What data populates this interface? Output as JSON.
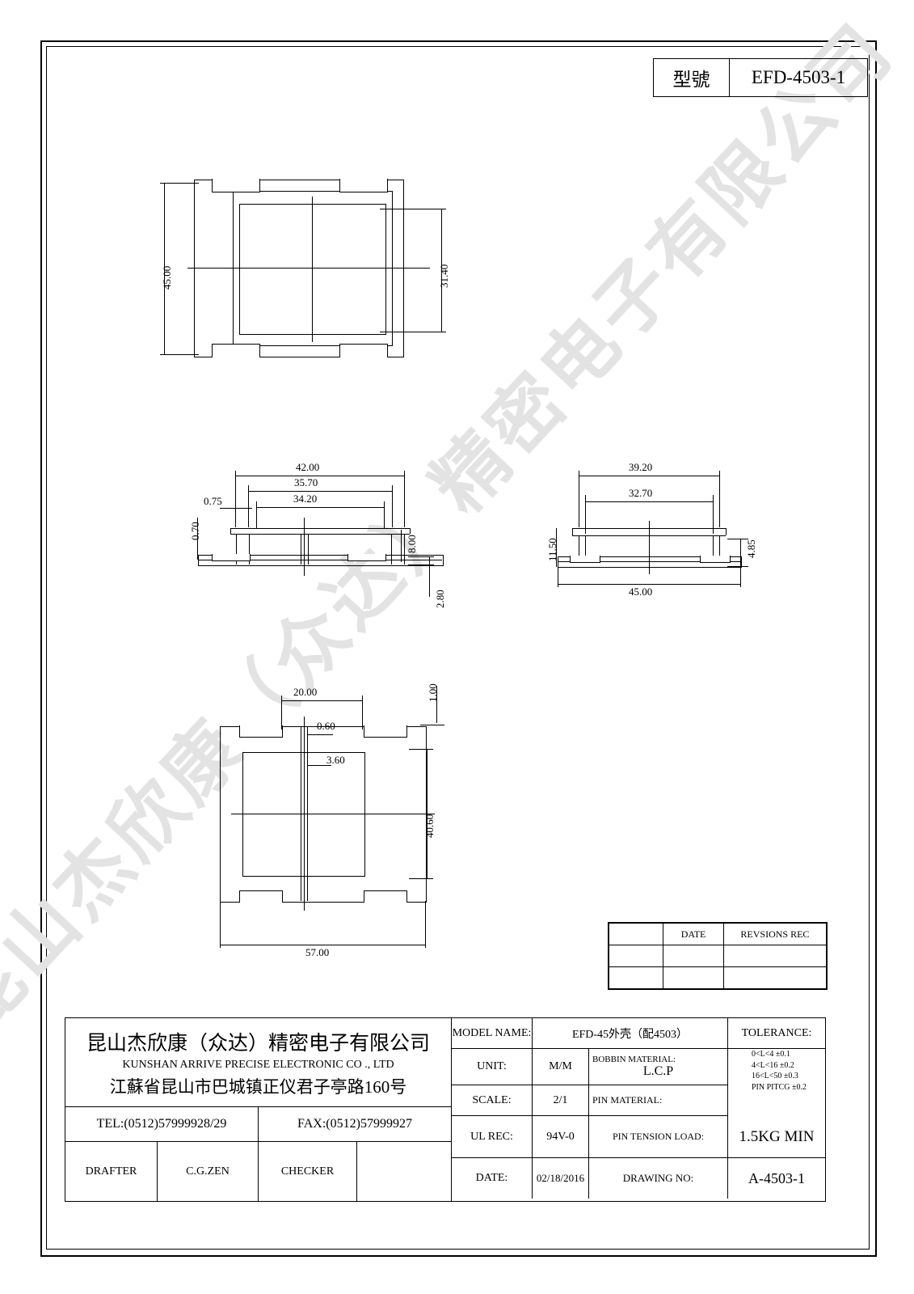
{
  "header": {
    "model_label": "型號",
    "model_value": "EFD-4503-1"
  },
  "watermark": "昆山杰欣康（众达）精密电子有限公司",
  "views": {
    "top_view": {
      "name": "top-view",
      "dims": [
        "45.00",
        "31.40"
      ]
    },
    "front_view": {
      "name": "front-view",
      "dims": [
        "42.00",
        "35.70",
        "34.20",
        "0.75",
        "0.70",
        "8.00",
        "2.80"
      ]
    },
    "side_view": {
      "name": "side-view",
      "dims": [
        "39.20",
        "32.70",
        "11.50",
        "4.85",
        "45.00"
      ]
    },
    "bottom_view": {
      "name": "bottom-view",
      "dims": [
        "20.00",
        "0.60",
        "3.60",
        "1.00",
        "40.60",
        "57.00"
      ]
    }
  },
  "revision_table": {
    "headers": [
      "",
      "DATE",
      "REVSIONS   REC"
    ],
    "rows": [
      [
        "",
        "",
        ""
      ],
      [
        "",
        "",
        ""
      ]
    ]
  },
  "title_block": {
    "company_cn": "昆山杰欣康（众达）精密电子有限公司",
    "company_en": "KUNSHAN ARRIVE PRECISE ELECTRONIC CO ., LTD",
    "address_cn": "江蘇省昆山市巴城镇正仪君子亭路160号",
    "tel": "TEL:(0512)57999928/29",
    "fax": "FAX:(0512)57999927",
    "drafter_label": "DRAFTER",
    "drafter_value": "C.G.ZEN",
    "checker_label": "CHECKER",
    "checker_value": "",
    "model_name_label": "MODEL NAME:",
    "model_name_value": "EFD-45外壳（配4503）",
    "unit_label": "UNIT:",
    "unit_value": "M/M",
    "scale_label": "SCALE:",
    "scale_value": "2/1",
    "bobbin_material_label": "BOBBIN MATERIAL:",
    "bobbin_material_value": "L.C.P",
    "pin_material_label": "PIN MATERIAL:",
    "pin_material_value": "",
    "ul_rec_label": "UL REC:",
    "ul_rec_value": "94V-0",
    "pin_tension_label": "PIN TENSION LOAD:",
    "pin_tension_value": "1.5KG  MIN",
    "date_label": "DATE:",
    "date_value": "02/18/2016",
    "drawing_no_label": "DRAWING NO:",
    "drawing_no_value": "A-4503-1",
    "tolerance_label": "TOLERANCE:",
    "tolerance_lines": [
      "0<L<4    ±0.1",
      "4<L<16   ±0.2",
      "16<L<50 ±0.3",
      "PIN PITCG ±0.2"
    ]
  }
}
